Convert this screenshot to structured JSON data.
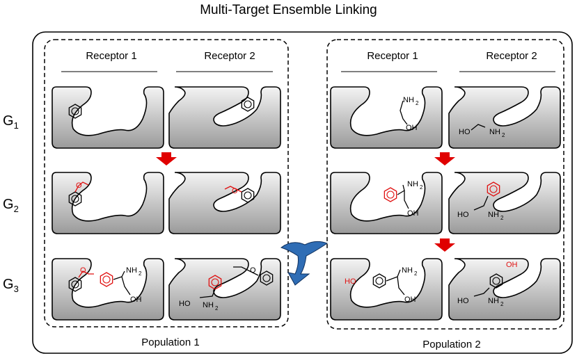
{
  "title": "Multi-Target  Ensemble Linking",
  "rows": [
    {
      "label": "G",
      "sub": "1"
    },
    {
      "label": "G",
      "sub": "2"
    },
    {
      "label": "G",
      "sub": "3"
    }
  ],
  "population1": {
    "label": "Population 1",
    "receptor1": "Receptor 1",
    "receptor2": "Receptor 2"
  },
  "population2": {
    "label": "Population 2",
    "receptor1": "Receptor 1",
    "receptor2": "Receptor 2"
  },
  "chem": {
    "nh2": "NH",
    "oh": "OH",
    "ho": "HO",
    "two": "2",
    "o": "O"
  },
  "colors": {
    "pocket_fill_top": "#f2f2f2",
    "pocket_fill_bottom": "#9a9a9a",
    "highlight": "#e01010",
    "arrow_red": "#e00000",
    "exchange_blue": "#2f6db5"
  }
}
